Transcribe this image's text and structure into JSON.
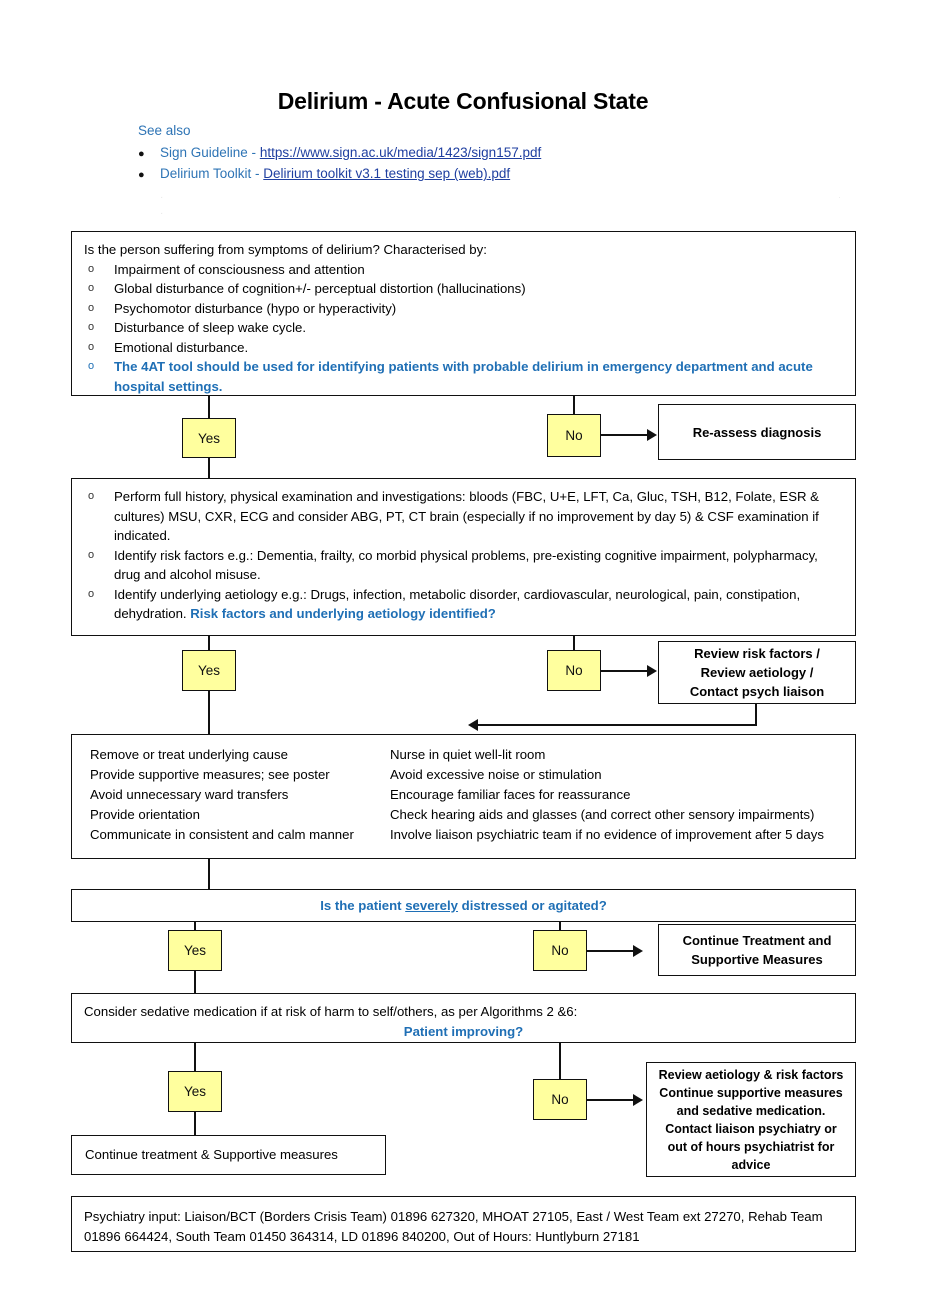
{
  "document": {
    "title": "Delirium - Acute Confusional State",
    "see_also_label": "See also",
    "links": [
      {
        "label": "Sign Guideline - ",
        "url_text": "https://www.sign.ac.uk/media/1423/sign157.pdf"
      },
      {
        "label": "Delirium Toolkit - ",
        "url_text": "Delirium toolkit v3.1 testing sep (web).pdf"
      }
    ]
  },
  "symptoms_box": {
    "intro": "Is the person suffering from symptoms of delirium? Characterised by:",
    "bullet_marker": "o",
    "items": [
      "Impairment of consciousness and attention",
      "Global disturbance of cognition+/- perceptual distortion (hallucinations)",
      "Psychomotor disturbance (hypo or hyperactivity)",
      "Disturbance of sleep wake cycle.",
      "Emotional disturbance."
    ],
    "highlight_item": "The 4AT tool should be used for identifying patients with probable delirium in emergency department and acute hospital settings."
  },
  "decision1": {
    "yes_label": "Yes",
    "no_label": "No",
    "no_outcome": "Re-assess diagnosis"
  },
  "assessment_box": {
    "bullet_marker": "o",
    "items": [
      "Perform full history, physical examination and investigations: bloods (FBC, U+E, LFT, Ca, Gluc, TSH, B12, Folate, ESR & cultures) MSU, CXR, ECG and consider ABG, PT, CT brain (especially if no improvement by day 5) & CSF examination if indicated.",
      "Identify risk factors e.g.:  Dementia, frailty, co morbid physical problems, pre-existing cognitive impairment, polypharmacy, drug and alcohol misuse."
    ],
    "last_item_plain": "Identify underlying aetiology e.g.:  Drugs, infection, metabolic disorder, cardiovascular, neurological, pain, constipation, dehydration. ",
    "last_item_highlight": "Risk factors and underlying aetiology identified?"
  },
  "decision2": {
    "yes_label": "Yes",
    "no_label": "No",
    "no_outcome_lines": [
      "Review risk factors /",
      "Review aetiology /",
      "Contact psych liaison"
    ]
  },
  "management_box": {
    "left_column": [
      "Remove or treat underlying cause",
      "Provide supportive measures; see poster",
      "Avoid unnecessary ward transfers",
      "Provide orientation",
      "Communicate in consistent and calm manner"
    ],
    "right_column": [
      "Nurse in quiet well-lit room",
      "Avoid excessive noise or stimulation",
      "Encourage familiar faces for reassurance",
      "Check hearing aids and glasses (and correct other sensory impairments)",
      "Involve liaison psychiatric team if no evidence of improvement after 5 days"
    ]
  },
  "distress_question": {
    "part1": "Is the patient ",
    "underlined": "severely",
    "part2": " distressed or agitated?"
  },
  "decision3": {
    "yes_label": "Yes",
    "no_label": "No",
    "no_outcome_lines": [
      "Continue Treatment and",
      "Supportive Measures"
    ]
  },
  "sedation_box": {
    "line1": "Consider sedative medication if at risk of harm to self/others, as per Algorithms 2 &6:",
    "question": "Patient improving?"
  },
  "decision4": {
    "yes_label": "Yes",
    "no_label": "No",
    "yes_outcome": "Continue treatment & Supportive measures",
    "no_outcome_lines": [
      "Review aetiology & risk factors",
      "Continue supportive measures",
      "and sedative medication.",
      "Contact liaison psychiatry or",
      "out of hours psychiatrist for",
      "advice"
    ]
  },
  "footer_box": {
    "text": "Psychiatry input:  Liaison/BCT (Borders Crisis Team) 01896 627320, MHOAT 27105, East / West Team ext 27270, Rehab Team 01896 664424, South Team 01450 364314, LD 01896 840200, Out of Hours: Huntlyburn 27181"
  },
  "colors": {
    "accent_blue": "#1F6FB5",
    "link_blue": "#1F3FA0",
    "label_blue": "#2E74B5",
    "chip_yellow": "#FFFF9E",
    "line_black": "#111111"
  }
}
